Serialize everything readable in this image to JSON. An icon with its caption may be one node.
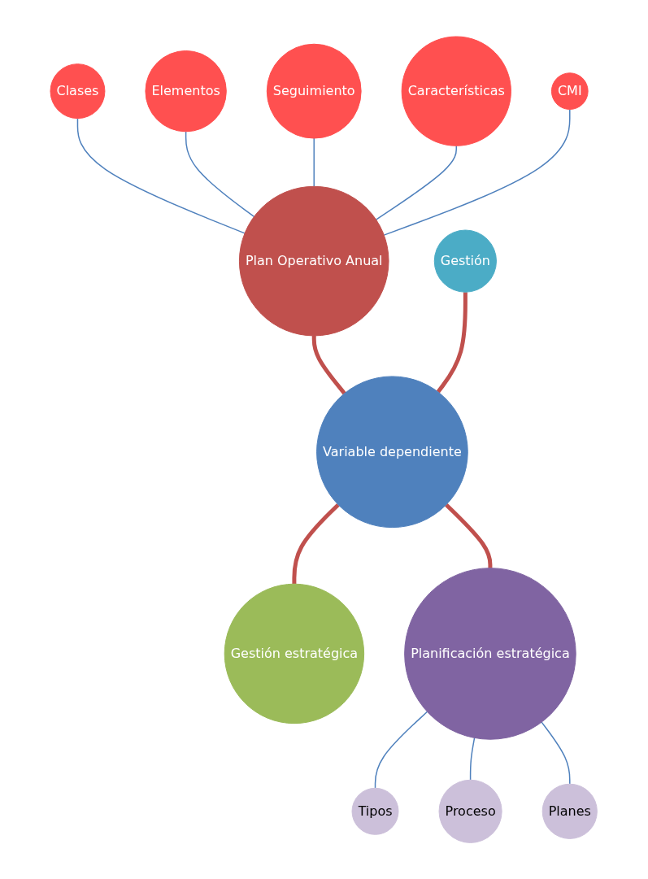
{
  "diagram": {
    "nodes": [
      {
        "text": [
          "Clases"
        ]
      },
      {
        "text": [
          "Elementos"
        ]
      },
      {
        "text": [
          "Seguimiento"
        ]
      },
      {
        "text": [
          "Características"
        ]
      },
      {
        "text": [
          "CMI"
        ]
      },
      {
        "text": [
          "Plan Operativo Anual"
        ]
      },
      {
        "text": [
          "Gestión"
        ]
      },
      {
        "text": [
          "Variable dependiente"
        ]
      },
      {
        "text": [
          "Gestión estratégica"
        ]
      },
      {
        "text": [
          "Planificación estratégica"
        ]
      },
      {
        "text": [
          "Tipos"
        ]
      },
      {
        "text": [
          "Proceso"
        ]
      },
      {
        "text": [
          "Planes"
        ]
      }
    ],
    "edges": [
      {
        "from": 0,
        "to": 5,
        "arrow": "none"
      },
      {
        "from": 1,
        "to": 5,
        "arrow": "none"
      },
      {
        "from": 2,
        "to": 5,
        "arrow": "none"
      },
      {
        "from": 3,
        "to": 5,
        "arrow": "none"
      },
      {
        "from": 4,
        "to": 5,
        "arrow": "none"
      },
      {
        "from": 5,
        "to": 7,
        "arrow": "none",
        "style": "thick",
        "color": "#c0504d"
      },
      {
        "from": 6,
        "to": 7,
        "arrow": "none",
        "style": "thick",
        "color": "#c0504d"
      },
      {
        "from": 7,
        "to": 8,
        "arrow": "none",
        "style": "thick",
        "color": "#c0504d"
      },
      {
        "from": 7,
        "to": 9,
        "arrow": "none",
        "style": "thick",
        "color": "#c0504d"
      },
      {
        "from": 9,
        "to": 10,
        "arrow": "none"
      },
      {
        "from": 9,
        "to": 11,
        "arrow": "none"
      },
      {
        "from": 9,
        "to": 12,
        "arrow": "none"
      }
    ]
  }
}
